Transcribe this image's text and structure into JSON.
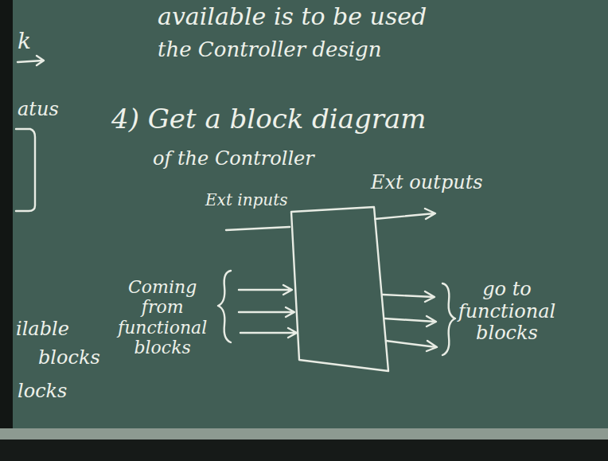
{
  "diagram": {
    "labels": [
      "available is to be used",
      "the Controller design",
      "k",
      "atus",
      "4) Get a block diagram",
      "of the Controller",
      "Ext inputs",
      "Ext outputs",
      "Coming from functional blocks",
      "go to functional blocks",
      "ilable",
      "blocks",
      "locks"
    ]
  }
}
